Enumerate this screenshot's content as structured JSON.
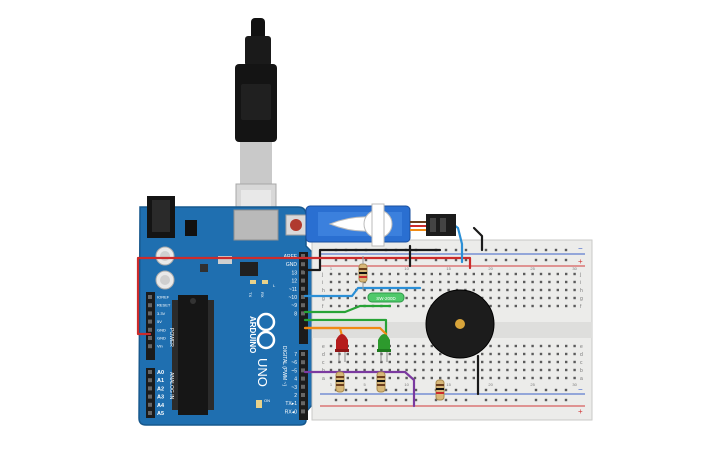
{
  "arduino": {
    "brand": "ARDUINO",
    "model": "UNO",
    "on_label": "ON",
    "tx_label": "TX",
    "rx_label": "RX",
    "l_label": "L",
    "digital_label": "DIGITAL (PWM ~)",
    "power_label": "POWER",
    "analog_label": "ANALOG IN",
    "power_pins": [
      "IOREF",
      "RESET",
      "3.3V",
      "5V",
      "GND",
      "GND",
      "Vin"
    ],
    "analog_pins": [
      "A0",
      "A1",
      "A2",
      "A3",
      "A4",
      "A5"
    ],
    "digital_pins_top": [
      "AREF",
      "GND",
      "13",
      "12",
      "~11",
      "~10",
      "~9",
      "8"
    ],
    "digital_pins_bottom": [
      "7",
      "~6",
      "~5",
      "4",
      "~3",
      "2",
      "TX▸1",
      "RX◂0"
    ]
  },
  "breadboard": {
    "row_labels_top": [
      "j",
      "i",
      "h",
      "g",
      "f"
    ],
    "row_labels_bottom": [
      "e",
      "d",
      "c",
      "b",
      "a"
    ],
    "column_numbers": [
      "1",
      "5",
      "10",
      "15",
      "20",
      "25",
      "30"
    ],
    "plus_label": "+",
    "minus_label": "−"
  },
  "components": {
    "sensor_label": "SW-200D"
  },
  "colors": {
    "board": "#1f6fb0",
    "board_dark": "#17588d",
    "breadboard": "#ececea",
    "rail_red": "#d23a3a",
    "rail_blue": "#3a5fc8",
    "wire_black": "#1a1a1a",
    "wire_red": "#cc2b2b",
    "wire_blue": "#2b8fd6",
    "wire_green": "#27a336",
    "wire_orange": "#f08a14",
    "wire_purple": "#7b3aa0",
    "led_red": "#b51c1c",
    "led_green": "#2d9a2d",
    "buzzer": "#1c1c1c",
    "servo": "#2a6fd1"
  },
  "icons": [
    "usb-cable-icon",
    "servo-icon",
    "buzzer-icon",
    "led-icon",
    "resistor-icon",
    "tilt-sensor-icon"
  ]
}
